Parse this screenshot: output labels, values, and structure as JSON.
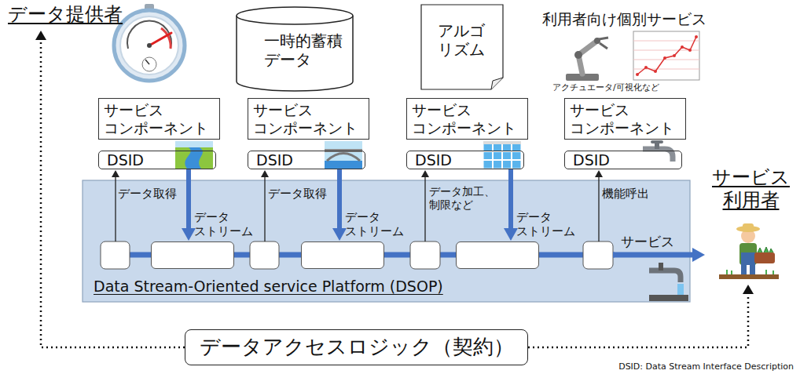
{
  "diagram": {
    "nodes": [
      {
        "text": [
          "データ提供者"
        ]
      },
      {
        "text": [
          "一時的蓄積 データ"
        ]
      },
      {
        "text": [
          "アルゴ リズム"
        ]
      },
      {
        "text": [
          "サービス コンポーネント"
        ]
      },
      {
        "text": [
          "DSID"
        ]
      },
      {
        "text": [
          "サービス コンポーネント"
        ]
      },
      {
        "text": [
          "DSID"
        ]
      },
      {
        "text": [
          "サービス コンポーネント"
        ]
      },
      {
        "text": [
          "DSID"
        ]
      },
      {
        "text": [
          "サービス コンポーネント"
        ]
      },
      {
        "text": [
          "DSID"
        ]
      },
      {
        "text": [
          "サービス 利用者"
        ]
      },
      {
        "text": [
          "Data Stream-Oriented service Platform (DSOP)"
        ]
      },
      {
        "text": [
          "データ ストリーム"
        ],
        "in": 12
      },
      {
        "text": [
          "データ ストリーム"
        ],
        "in": 12
      },
      {
        "text": [
          "データ ストリーム"
        ],
        "in": 12
      },
      {
        "text": [
          "データアクセスロジック（契約）"
        ]
      }
    ],
    "edges": [
      {
        "from": 12,
        "to": 4,
        "label": "データ取得",
        "arrow": "to"
      },
      {
        "from": 4,
        "to": 13,
        "arrow": "to"
      },
      {
        "from": 12,
        "to": 6,
        "label": "データ取得",
        "arrow": "to"
      },
      {
        "from": 6,
        "to": 14,
        "arrow": "to"
      },
      {
        "from": 12,
        "to": 8,
        "label": "データ加工、 制限など",
        "arrow": "to"
      },
      {
        "from": 8,
        "to": 15,
        "arrow": "to"
      },
      {
        "from": 12,
        "to": 10,
        "label": "機能呼出",
        "arrow": "to"
      },
      {
        "from": 12,
        "to": 11,
        "label": "サービス",
        "arrow": "to"
      },
      {
        "from": 16,
        "to": 0,
        "arrow": "to"
      },
      {
        "from": 16,
        "to": 11,
        "arrow": "to"
      }
    ],
    "labels": [
      "利用者向け個別サービス",
      "アクチュエータ/可視化など",
      "DSID: Data Stream Interface Description"
    ]
  }
}
